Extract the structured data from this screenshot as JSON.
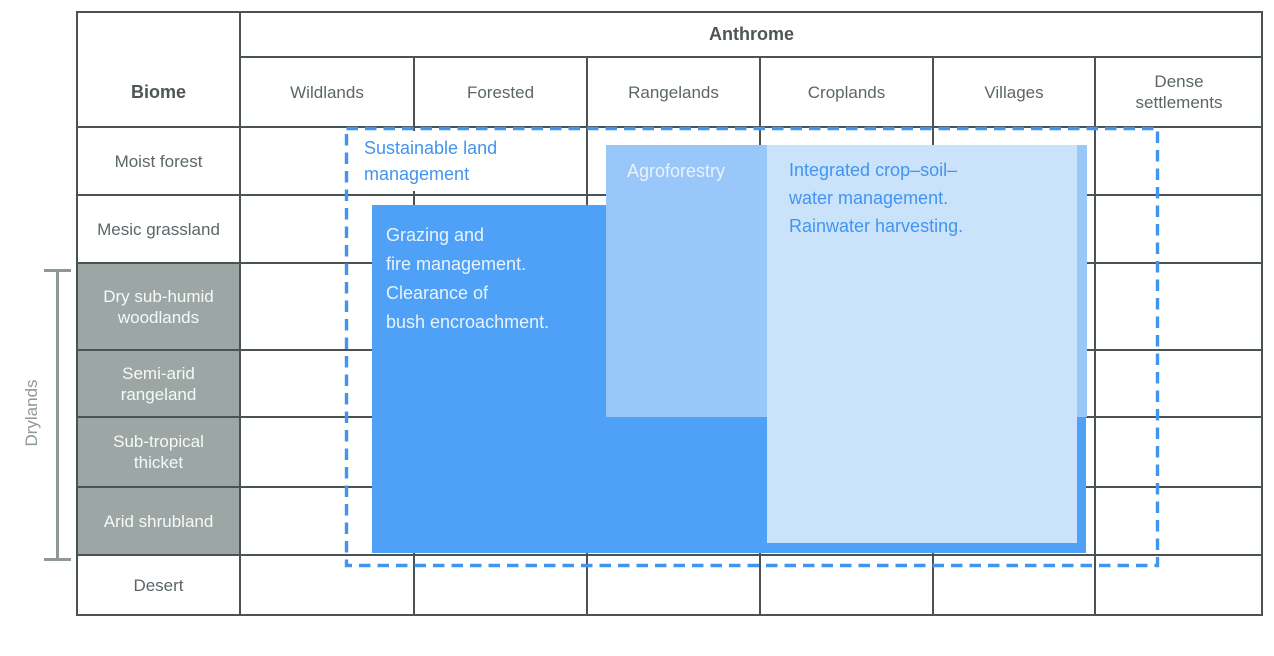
{
  "header": {
    "anthrome": "Anthrome",
    "biome": "Biome"
  },
  "anthrome_columns": [
    "Wildlands",
    "Forested",
    "Rangelands",
    "Croplands",
    "Villages",
    "Dense settlements"
  ],
  "biome_rows": [
    {
      "label": "Moist forest",
      "is_dryland": false
    },
    {
      "label": "Mesic grassland",
      "is_dryland": false
    },
    {
      "label": "Dry sub-humid woodlands",
      "is_dryland": true
    },
    {
      "label": "Semi-arid rangeland",
      "is_dryland": true
    },
    {
      "label": "Sub-tropical thicket",
      "is_dryland": true
    },
    {
      "label": "Arid shrubland",
      "is_dryland": true
    },
    {
      "label": "Desert",
      "is_dryland": false
    }
  ],
  "drylands_label": "Drylands",
  "overlays": {
    "sustainable_lines": [
      "Sustainable land",
      "management"
    ],
    "grazing_lines": [
      "Grazing and",
      "fire management.",
      "Clearance of",
      "bush encroachment."
    ],
    "agroforestry_label": "Agroforestry",
    "integrated_lines": [
      "Integrated crop–soil–",
      "water management.",
      "Rainwater harvesting."
    ]
  },
  "colors": {
    "grid": "#4b5254",
    "label-text": "#5c6669",
    "header-text": "#4d5557",
    "gray-cell": "#9ca6a4",
    "box-dark": "#4ea1f6",
    "box-mid": "#99c7f9",
    "box-light": "#cbe2fb",
    "accent-blue": "#4295ef",
    "box-light-text": "#e9f3fe",
    "bracket": "#8e9896"
  }
}
